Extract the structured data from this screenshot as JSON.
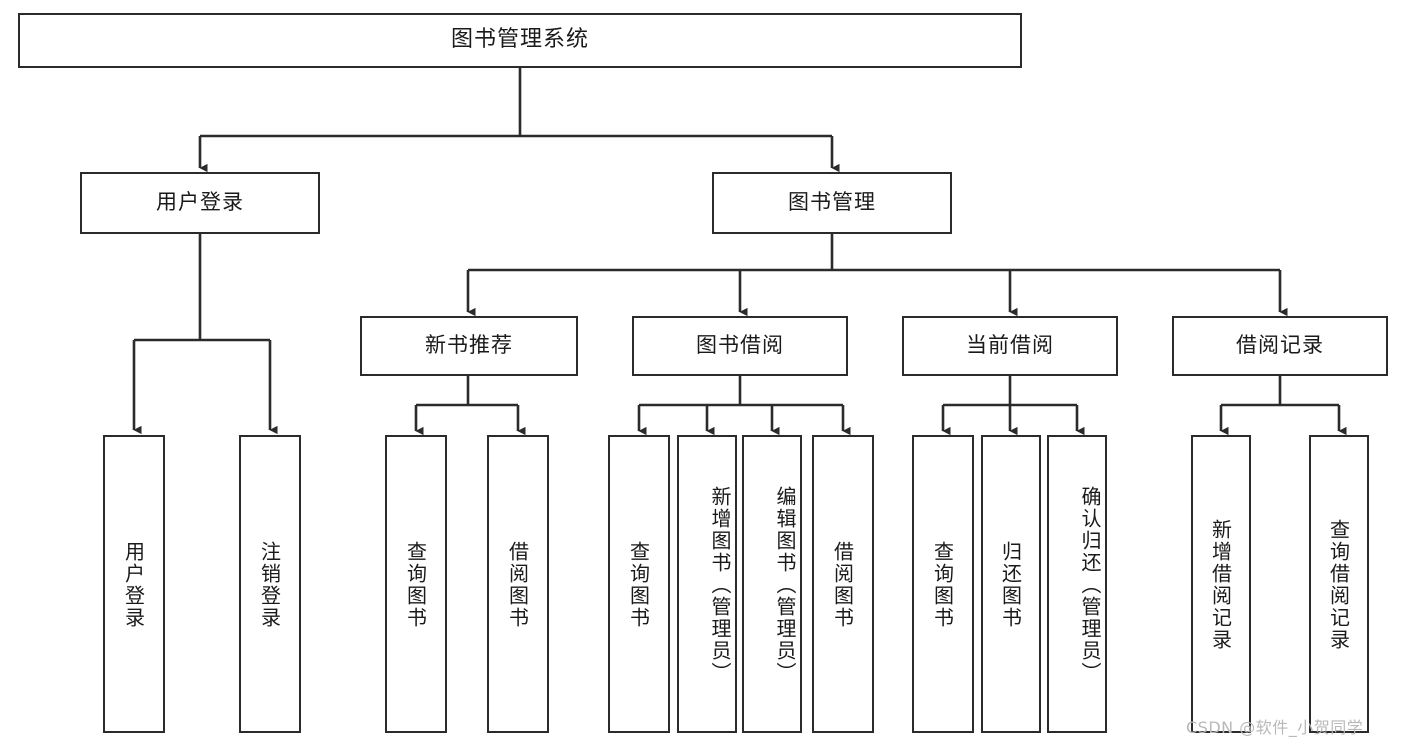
{
  "diagram": {
    "type": "tree",
    "title": "图书管理系统",
    "root": {
      "label": "图书管理系统"
    },
    "level1": [
      {
        "label": "用户登录"
      },
      {
        "label": "图书管理"
      }
    ],
    "level2": [
      {
        "label": "新书推荐",
        "parent": "图书管理"
      },
      {
        "label": "图书借阅",
        "parent": "图书管理"
      },
      {
        "label": "当前借阅",
        "parent": "图书管理"
      },
      {
        "label": "借阅记录",
        "parent": "图书管理"
      }
    ],
    "leaves": {
      "user_login": [
        {
          "label": "用户登录"
        },
        {
          "label": "注销登录"
        }
      ],
      "new_book_recommend": [
        {
          "label": "查询图书"
        },
        {
          "label": "借阅图书"
        }
      ],
      "book_borrow": [
        {
          "label": "查询图书"
        },
        {
          "label": "新增图书（管理员）"
        },
        {
          "label": "编辑图书（管理员）"
        },
        {
          "label": "借阅图书"
        }
      ],
      "current_borrow": [
        {
          "label": "查询图书"
        },
        {
          "label": "归还图书"
        },
        {
          "label": "确认归还（管理员）"
        }
      ],
      "borrow_record": [
        {
          "label": "新增借阅记录"
        },
        {
          "label": "查询借阅记录"
        }
      ]
    }
  },
  "watermark": {
    "text": "CSDN @软件_小贺同学"
  },
  "colors": {
    "stroke": "#2b2b2b",
    "background": "#ffffff",
    "text": "#1a1a1a",
    "watermark": "#b9b9b9"
  }
}
